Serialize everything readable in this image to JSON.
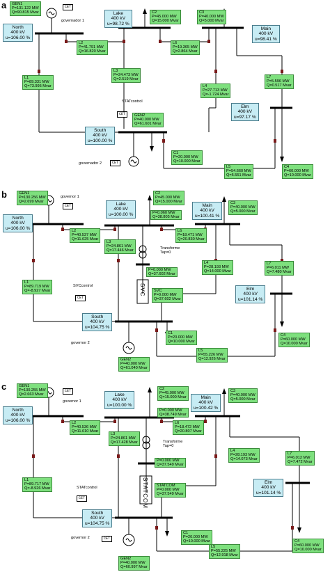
{
  "panels": [
    {
      "label": "a",
      "boxes": {
        "gen1": [
          "GEN1",
          "P=131.122 MW",
          "Q=90.815 Mvar"
        ],
        "l2": [
          "L2",
          "P=41.791 MW",
          "Q=16.820 Mvar"
        ],
        "c2": [
          "C2",
          "P=45.000 MW",
          "Q=15.000 Mvar"
        ],
        "c3": [
          "C3",
          "P=40.000 MW",
          "Q=5.000 Mvar"
        ],
        "l3": [
          "L3",
          "P=24.473 MW",
          "Q=2.519 Mvar"
        ],
        "l6": [
          "L6",
          "P=19.365 MW",
          "Q=2.864 Mvar"
        ],
        "l1": [
          "L1",
          "P=89.331 MW",
          "Q=73.995 Mvar"
        ],
        "l4": [
          "L4",
          "P=27.713 MW",
          "Q=-1.724 Mvar"
        ],
        "l7": [
          "L7",
          "P=5.596 MW",
          "Q=0.517 Mvar"
        ],
        "gen2": [
          "GEN2",
          "P=40.000 MW",
          "Q=61.601 Mvar"
        ],
        "c1": [
          "C1",
          "P=20.000 MW",
          "Q=10.000 Mvar"
        ],
        "l5": [
          "L5",
          "P=54.660 MW",
          "Q=5.551 Mvar"
        ],
        "c4": [
          "C4",
          "P=60.000 MW",
          "Q=10.000 Mvar"
        ]
      },
      "buses": {
        "north": [
          "North",
          "400 kV",
          "u=106.00 %"
        ],
        "lake": [
          "Lake",
          "400 kV",
          "u=98.72 %"
        ],
        "main": [
          "Main",
          "400 kV",
          "u=98.41 %"
        ],
        "elm": [
          "Elm",
          "400 kV",
          "u=97.17 %"
        ],
        "south": [
          "South",
          "400 kV",
          "u=100.00 %"
        ]
      },
      "tags": {
        "gov1": "governador 1",
        "gov2": "governador 2",
        "stat": "STATcontrol"
      },
      "cet": "CET"
    },
    {
      "label": "b",
      "boxes": {
        "gen1": [
          "GEN1",
          "P=130.256 MW",
          "Q=2.699 Mvar"
        ],
        "c2": [
          "C2",
          "P=45.000 MW",
          "Q=15.000 Mvar"
        ],
        "c3": [
          "C3",
          "P=40.000 MW",
          "Q=5.000 Mvar"
        ],
        "l2": [
          "L2",
          "P=40.537 MW",
          "Q=11.625 Mvar"
        ],
        "tr": [
          "P=0.060 MW",
          "Q=38.805 Mvar"
        ],
        "l6": [
          "L6",
          "P=18.471 MW",
          "Q=20.830 Mvar"
        ],
        "l3": [
          "L3",
          "P=24.861 MW",
          "Q=17.446 Mvar"
        ],
        "p0": [
          "P=0.000 MW",
          "Q=37.602 Mvar"
        ],
        "l4": [
          "L4",
          "P=28.193 MW",
          "Q=14.000 Mvar"
        ],
        "l7": [
          "L7",
          "P=6.011 MW",
          "Q=7.480 Mvar"
        ],
        "l1": [
          "L1",
          "P=89.719 MW",
          "Q=-8.927 Mvar"
        ],
        "svc": [
          "SVC",
          "P=0.000 MW",
          "Q=37.602 Mvar"
        ],
        "c1": [
          "C1",
          "P=20.000 MW",
          "Q=10.000 Mvar"
        ],
        "l5": [
          "L5",
          "P=55.226 MW",
          "Q=12.926 Mvar"
        ],
        "gen2": [
          "GEN2",
          "P=40.000 MW",
          "Q=61.040 Mvar"
        ],
        "c4": [
          "C4",
          "P=60.000 MW",
          "Q=10.000 Mvar"
        ]
      },
      "buses": {
        "north": [
          "North",
          "400 kV",
          "u=106.00 %"
        ],
        "lake": [
          "Lake",
          "400 kV",
          "u=100.00 %"
        ],
        "main": [
          "Main",
          "400 kV",
          "u=100.41 %"
        ],
        "elm": [
          "Elm",
          "400 kV",
          "u=101.14 %"
        ],
        "south": [
          "South",
          "400 kV",
          "u=104.75 %"
        ]
      },
      "tags": {
        "gov1": "governor 1",
        "gov2": "governor 2",
        "stat": "SVCcontrol"
      },
      "transformer": [
        "Transforme",
        "Tap=0"
      ],
      "device": "SVC",
      "cet": "CET"
    },
    {
      "label": "c",
      "boxes": {
        "gen1": [
          "GEN1",
          "P=130.255 MW",
          "Q=2.663 Mvar"
        ],
        "c2": [
          "C2",
          "P=45.000 MW",
          "Q=15.000 Mvar"
        ],
        "c3": [
          "C3",
          "P=40.000 MW",
          "Q=5.000 Mvar"
        ],
        "tr": [
          "P=0.000 MW",
          "Q=38.749 Mvar"
        ],
        "l2": [
          "L2",
          "P=40.536 MW",
          "Q=11.610 Mvar"
        ],
        "l6": [
          "L6",
          "P=18.472 MW",
          "Q=20.807 Mvar"
        ],
        "l3": [
          "L3",
          "P=24.861 MW",
          "Q=17.428 Mvar"
        ],
        "p0": [
          "P=0.000 MW",
          "Q=37.549 Mvar"
        ],
        "l4": [
          "L4",
          "P=28.193 MW",
          "Q=14.073 Mvar"
        ],
        "l7": [
          "L7",
          "P=6.012 MW",
          "Q=7.472 Mvar"
        ],
        "statcom": [
          "STATCOM",
          "P=0.000 MW",
          "Q=37.549 Mvar"
        ],
        "l1": [
          "L1",
          "P=89.717 MW",
          "Q=-8.926 Mvar"
        ],
        "c1": [
          "C1",
          "P=20.000 MW",
          "Q=10.000 Mvar"
        ],
        "l5": [
          "L5",
          "P=55.225 MW",
          "Q=12.918 Mvar"
        ],
        "gen2": [
          "GEN2",
          "P=40.000 MW",
          "Q=60.997 Mvar"
        ],
        "c4": [
          "C4",
          "P=60.000 MW",
          "Q=10.000 Mvar"
        ]
      },
      "buses": {
        "north": [
          "North",
          "400 kV",
          "u=106.00 %"
        ],
        "lake": [
          "Lake",
          "400 kV",
          "u=100.00 %"
        ],
        "main": [
          "Main",
          "400 kV",
          "u=100.42 %"
        ],
        "elm": [
          "Elm",
          "400 kV",
          "u=101.14 %"
        ],
        "south": [
          "South",
          "400 kV",
          "u=104.75 %"
        ]
      },
      "tags": {
        "gov1": "governor 1",
        "gov2": "governor 2",
        "stat": "STATcontrol"
      },
      "transformer": [
        "Transforme",
        "Tap=0"
      ],
      "device": "STATCOM",
      "cet": "CET"
    }
  ]
}
